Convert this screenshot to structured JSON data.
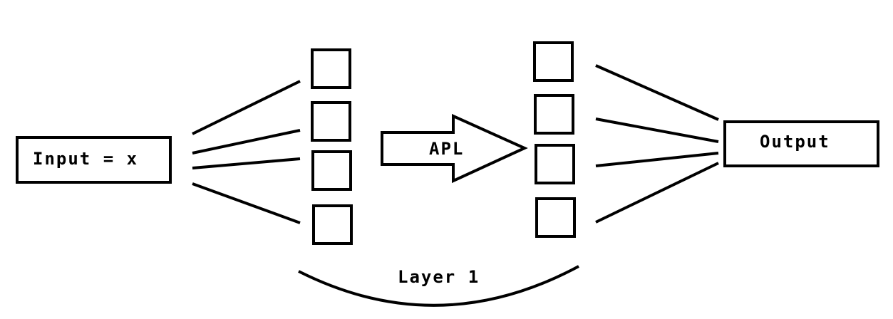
{
  "diagram": {
    "input_label": "Input = x",
    "output_label": "Output",
    "apl_label": "APL",
    "layer_label": "Layer 1",
    "stroke_color": "#000000",
    "background_color": "#ffffff"
  }
}
